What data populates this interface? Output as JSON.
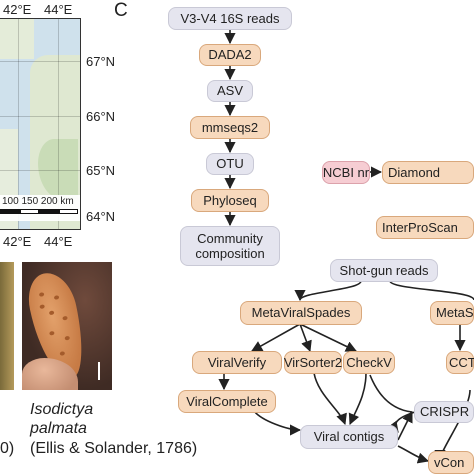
{
  "panel_c_label": "C",
  "map": {
    "lon_labels_top": [
      "42°E",
      "44°E"
    ],
    "lat_labels": [
      "67°N",
      "66°N",
      "65°N",
      "64°N"
    ],
    "lon_labels_bottom": [
      "42°E",
      "44°E"
    ],
    "scale_label": "100   150 200 km"
  },
  "photo": {
    "species_line1": "Isodictya",
    "species_line2": "palmata",
    "authority": "(Ellis & Solander, 1786)",
    "left_fragment": "0)"
  },
  "flow": {
    "reads_16s": "V3-V4 16S reads",
    "dada2": "DADA2",
    "asv": "ASV",
    "mmseqs2": "mmseqs2",
    "otu": "OTU",
    "phyloseq": "Phyloseq",
    "community": "Community composition",
    "ncbi": "NCBI nr",
    "diamond": "Diamond",
    "interproscan": "InterProScan",
    "shotgun": "Shot-gun reads",
    "metaviralspades": "MetaViralSpades",
    "metas_partial": "MetaS",
    "viralverify": "ViralVerify",
    "virsorter2": "VirSorter2",
    "checkv": "CheckV",
    "cct_partial": "CCT",
    "viralcomplete": "ViralComplete",
    "crispr_partial": "CRISPR",
    "viral_contigs": "Viral contigs",
    "vcont_partial": "vCon"
  },
  "colors": {
    "grey_node": "#e5e5ef",
    "orange_node": "#f7d9bd",
    "pink_node": "#f6cdd3",
    "arrow": "#222222"
  }
}
